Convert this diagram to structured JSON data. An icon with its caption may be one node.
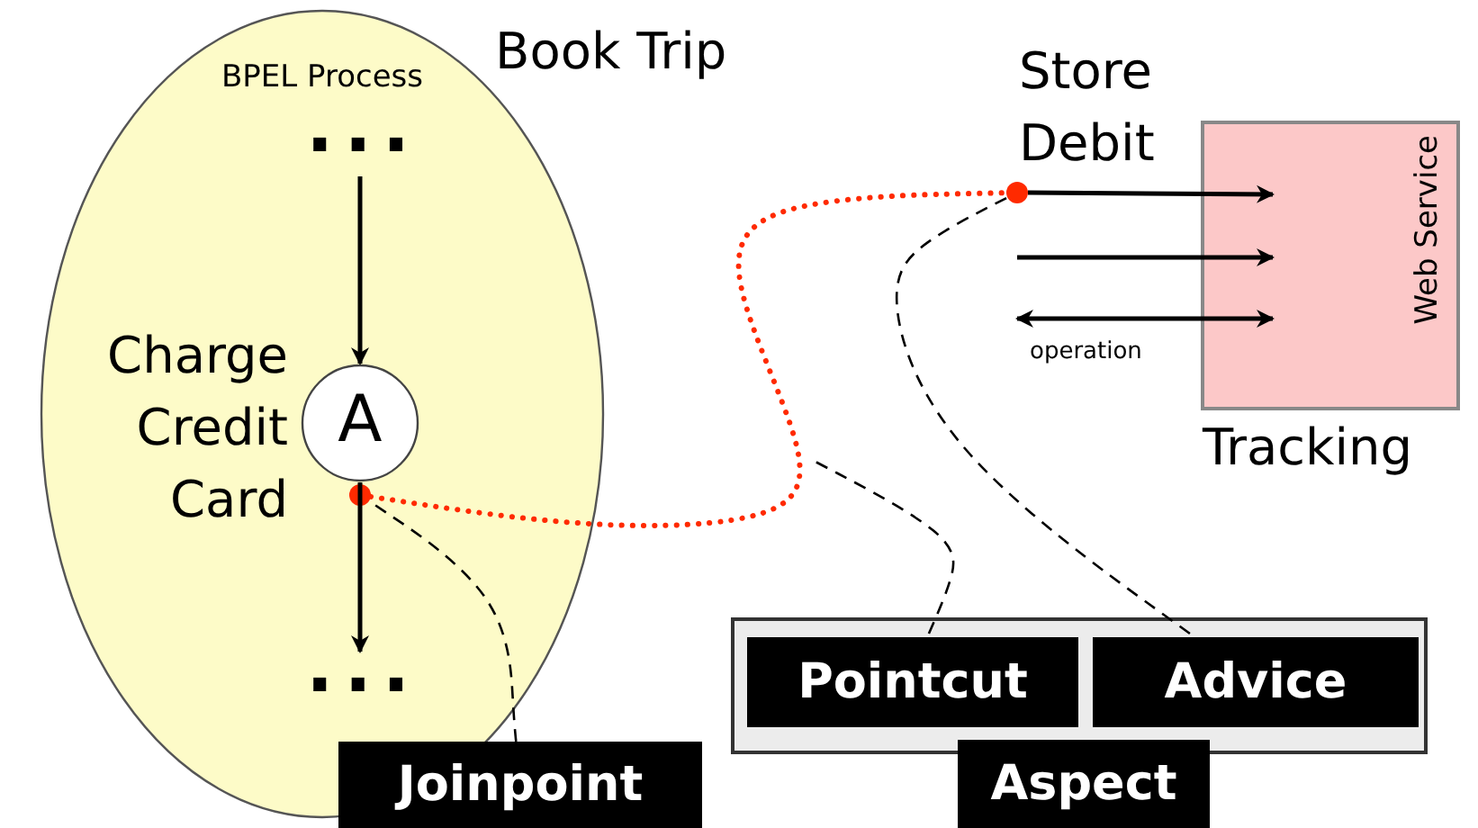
{
  "diagram": {
    "nodes": [
      {
        "text": [
          "BPEL Process"
        ],
        "beside": [
          "Book Trip"
        ]
      },
      {
        "text": [
          "..."
        ],
        "in": 0
      },
      {
        "text": [
          "A"
        ],
        "in": 0,
        "beside": [
          "Charge Credit Card"
        ]
      },
      {
        "text": [
          "..."
        ],
        "in": 0
      },
      {
        "text": [],
        "shape": "circle",
        "in": 0
      },
      {
        "text": [],
        "shape": "circle",
        "beside": [
          "Store Debit"
        ]
      },
      {
        "text": [
          "Web Service"
        ],
        "beside": [
          "Tracking"
        ]
      },
      {
        "text": [
          "Joinpoint"
        ]
      },
      {
        "text": [
          "Aspect"
        ]
      },
      {
        "text": [
          "Pointcut"
        ],
        "in": 8
      },
      {
        "text": [
          "Advice"
        ],
        "in": 8
      }
    ],
    "edges": [
      {
        "from": 1,
        "to": 2,
        "arrow": "to"
      },
      {
        "from": 2,
        "to": 3,
        "arrow": "to"
      },
      {
        "from": 4,
        "to": 5,
        "arrow": "none",
        "style": "dashed",
        "color": "#ff2a00"
      },
      {
        "from": 5,
        "to": 6,
        "arrow": "to"
      },
      {
        "from": null,
        "to": 6,
        "arrow": "to"
      },
      {
        "from": null,
        "to": 6,
        "arrow": "both",
        "label": "operation"
      },
      {
        "from": 7,
        "to": 4,
        "arrow": "none",
        "style": "dashed"
      },
      {
        "from": 9,
        "to": null,
        "arrow": "none",
        "style": "dashed"
      },
      {
        "from": 10,
        "to": 5,
        "arrow": "none",
        "style": "dashed"
      }
    ]
  }
}
